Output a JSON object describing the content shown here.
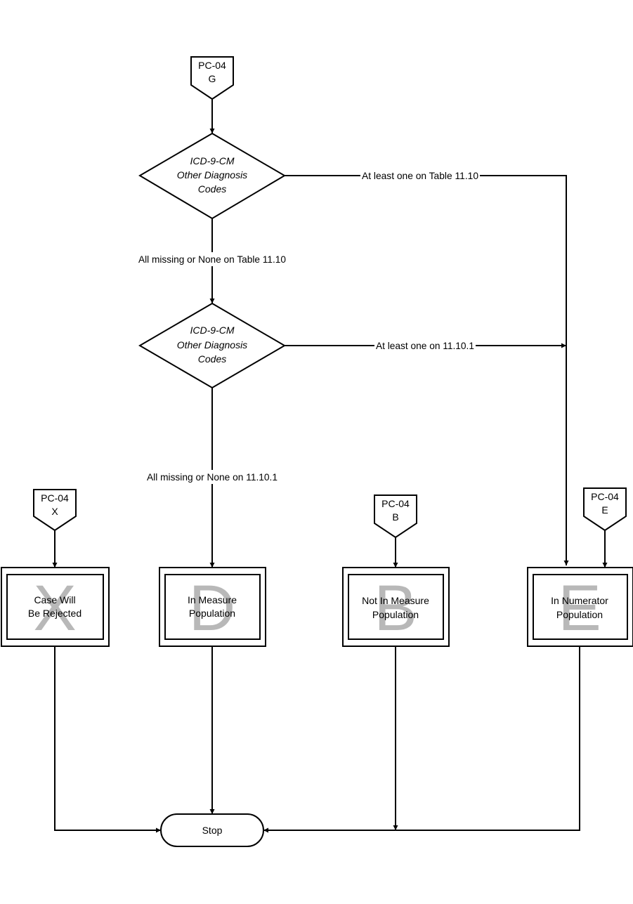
{
  "connectors": {
    "top": {
      "line1": "PC-04",
      "line2": "G"
    },
    "x": {
      "line1": "PC-04",
      "line2": "X"
    },
    "b": {
      "line1": "PC-04",
      "line2": "B"
    },
    "e": {
      "line1": "PC-04",
      "line2": "E"
    }
  },
  "decision1": {
    "line1": "ICD-9-CM",
    "line2": "Other Diagnosis",
    "line3": "Codes"
  },
  "decision2": {
    "line1": "ICD-9-CM",
    "line2": "Other Diagnosis",
    "line3": "Codes"
  },
  "edges": {
    "d1_yes": "At least one on Table 11.10",
    "d1_no": "All missing or None on Table 11.10",
    "d2_yes": "At least one on 11.10.1",
    "d2_no": "All missing or None on 11.10.1"
  },
  "outcomes": {
    "x": {
      "letter": "X",
      "line1": "Case Will",
      "line2": "Be Rejected"
    },
    "d": {
      "letter": "D",
      "line1": "In Measure",
      "line2": "Population"
    },
    "b": {
      "letter": "B",
      "line1": "Not In Measure",
      "line2": "Population"
    },
    "e": {
      "letter": "E",
      "line1": "In Numerator",
      "line2": "Population"
    }
  },
  "terminal": {
    "label": "Stop"
  }
}
